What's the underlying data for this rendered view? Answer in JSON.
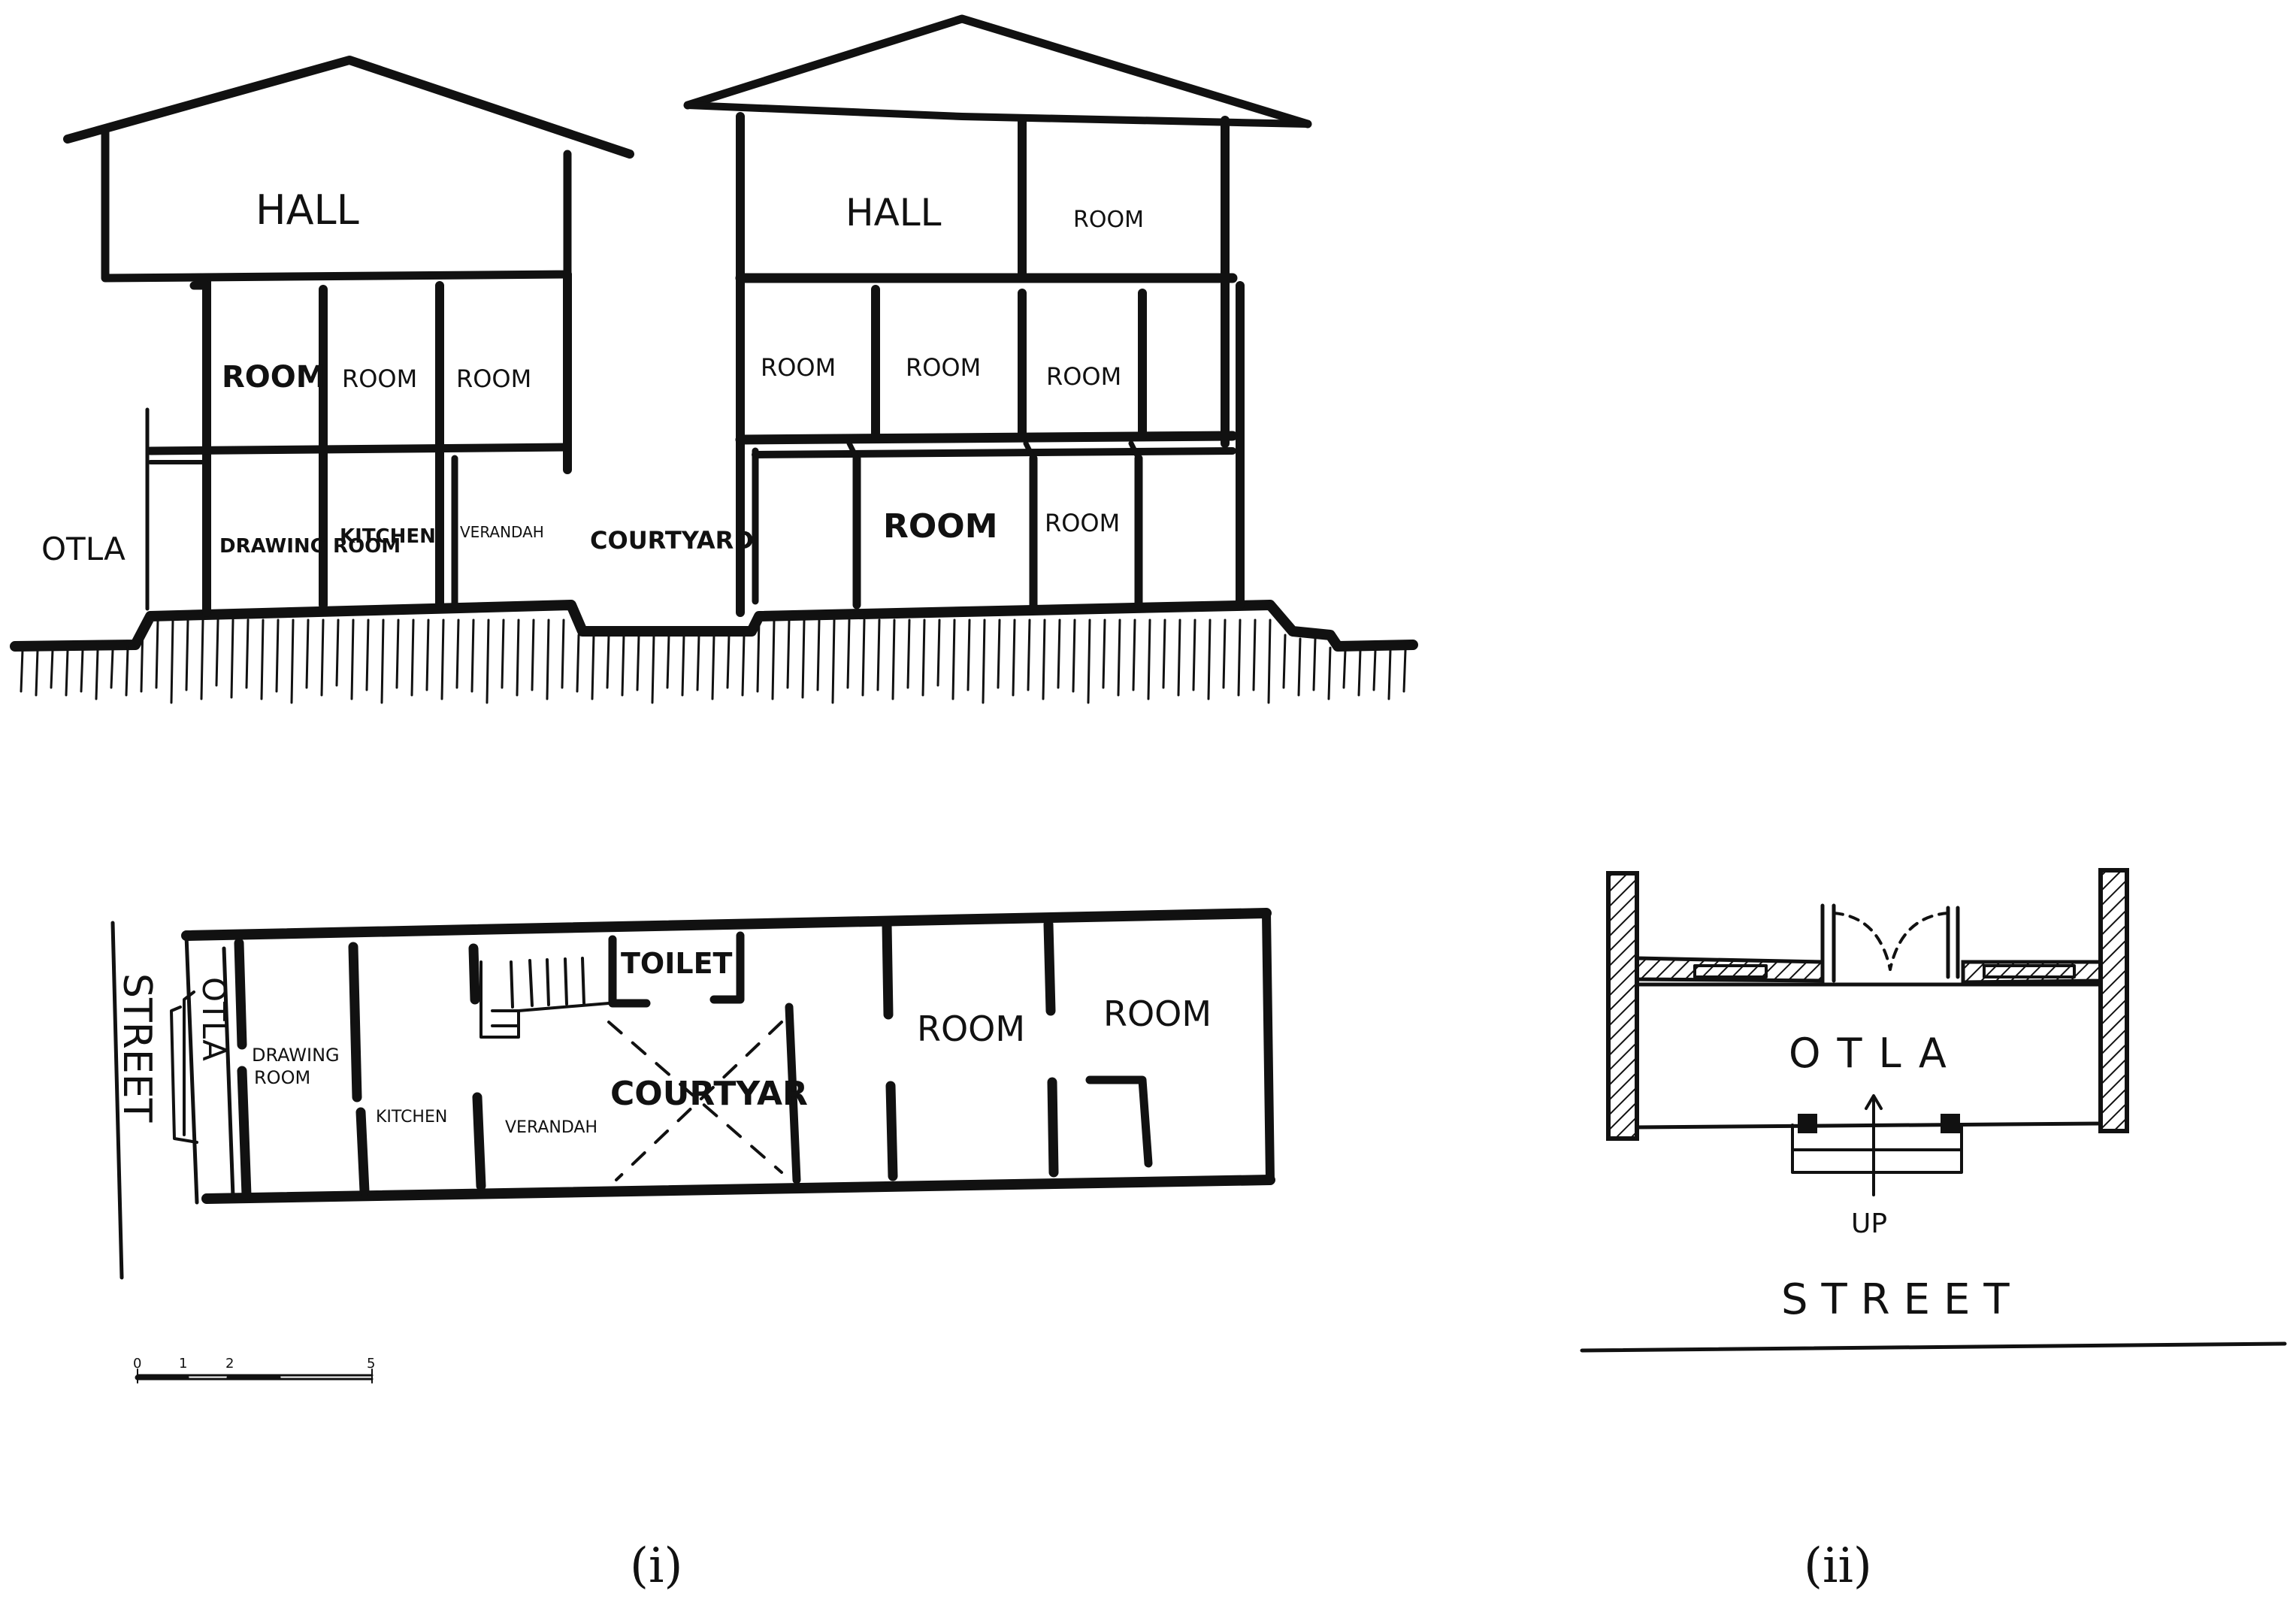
{
  "section": {
    "left_house": {
      "upper": "HALL",
      "first_floor": [
        "ROOM",
        "ROOM",
        "ROOM"
      ],
      "ground_floor": [
        "DRAWING ROOM",
        "KITCHEN",
        "VERANDAH"
      ]
    },
    "right_house": {
      "upper": [
        "HALL",
        "ROOM"
      ],
      "first_floor": [
        "ROOM",
        "ROOM",
        "ROOM"
      ],
      "ground_floor": [
        "ROOM",
        "ROOM"
      ]
    },
    "otla": "OTLA",
    "courtyard": "COURTYARD"
  },
  "plan": {
    "street": "STREET",
    "otla": "OTLA",
    "drawing_room": "DRAWING ROOM",
    "kitchen": "KITCHEN",
    "verandah": "VERANDAH",
    "toilet": "TOILET",
    "courtyard": "COURTYAR",
    "rooms": [
      "ROOM",
      "ROOM"
    ],
    "scale_ticks": [
      "0",
      "1",
      "2",
      "5"
    ]
  },
  "detail": {
    "otla": "OTLA",
    "up": "UP",
    "street": "STREET"
  },
  "captions": [
    "(i)",
    "(ii)"
  ]
}
